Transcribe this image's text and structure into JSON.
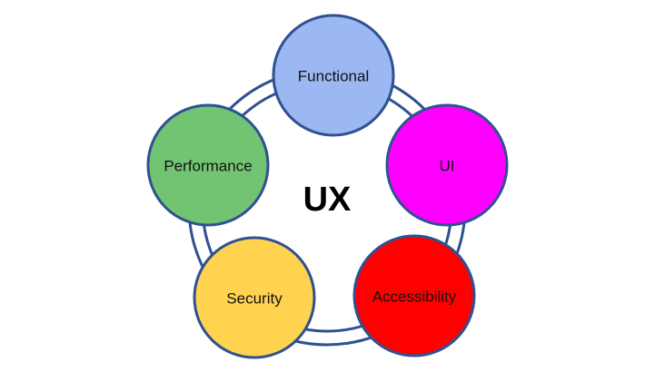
{
  "center_label": "UX",
  "nodes": [
    {
      "label": "Functional",
      "color": "#9bb8f2"
    },
    {
      "label": "UI",
      "color": "#ff00ff"
    },
    {
      "label": "Accessibility",
      "color": "#ff0000"
    },
    {
      "label": "Security",
      "color": "#ffd34f"
    },
    {
      "label": "Performance",
      "color": "#72c473"
    }
  ],
  "stroke_color": "#2f5191"
}
